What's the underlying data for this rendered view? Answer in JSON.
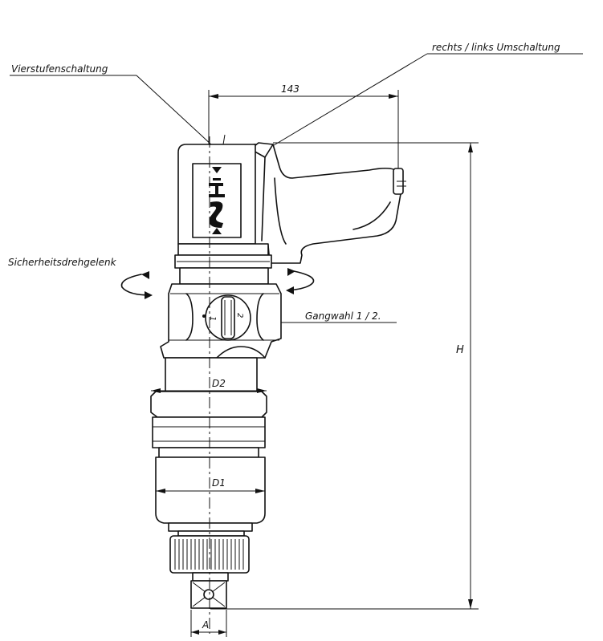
{
  "labels": {
    "four_speed_switch": "Vierstufenschaltung",
    "direction_switch": "rechts / links   Umschaltung",
    "safety_swivel": "Sicherheitsdrehgelenk",
    "gear_select": "Gangwahl  1 / 2.",
    "gear_one": "1",
    "gear_two": "2"
  },
  "dimensions": {
    "width_value": "143",
    "height_label": "H",
    "diameter_2": "D2",
    "diameter_1": "D1",
    "square_drive": "A"
  },
  "colors": {
    "ink": "#111111",
    "paper": "#ffffff"
  }
}
